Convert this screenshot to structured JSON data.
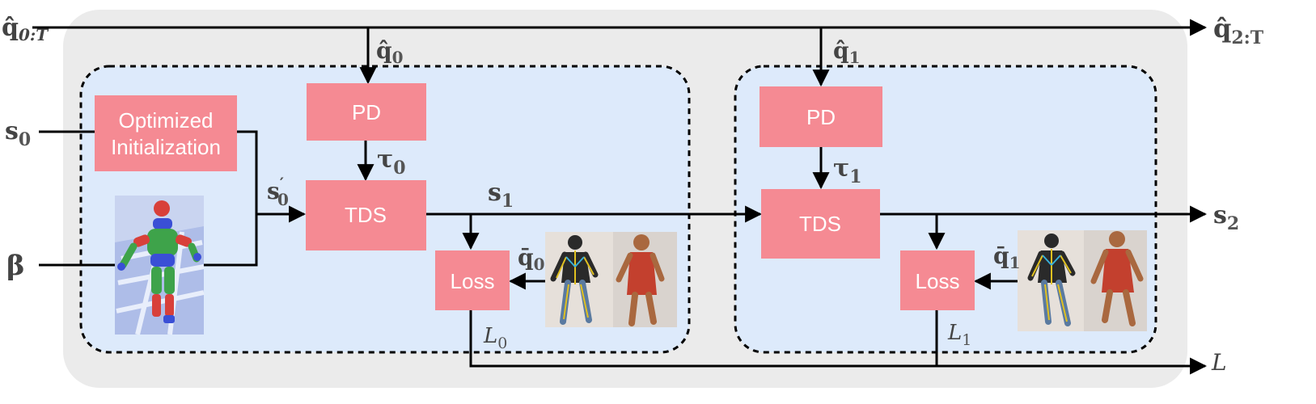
{
  "blocks": {
    "init": [
      "Optimized",
      "Initialization"
    ],
    "pd": "PD",
    "tds": "TDS",
    "loss": "Loss"
  },
  "labels": {
    "q_in": {
      "sym": "q̂",
      "sub": "0:T"
    },
    "q_out": {
      "sym": "q̂",
      "sub": "2:T"
    },
    "q0": {
      "sym": "q̂",
      "sub": "0"
    },
    "q1": {
      "sym": "q̂",
      "sub": "1"
    },
    "s0": {
      "sym": "s",
      "sub": "0"
    },
    "s0p": {
      "sym": "s",
      "sub": "0",
      "sup": "′"
    },
    "s1": {
      "sym": "s",
      "sub": "1"
    },
    "s2": {
      "sym": "s",
      "sub": "2"
    },
    "beta": "β",
    "tau0": {
      "sym": "τ",
      "sub": "0"
    },
    "tau1": {
      "sym": "τ",
      "sub": "1"
    },
    "qbar0": {
      "sym": "q̄",
      "sub": "0"
    },
    "qbar1": {
      "sym": "q̄",
      "sub": "1"
    },
    "L0": {
      "sym": "L",
      "sub": "0"
    },
    "L1": {
      "sym": "L",
      "sub": "1"
    },
    "L": "L"
  },
  "colors": {
    "block": "#f58a93",
    "panel": "#ebebeb",
    "inner": "#ddeafb"
  }
}
